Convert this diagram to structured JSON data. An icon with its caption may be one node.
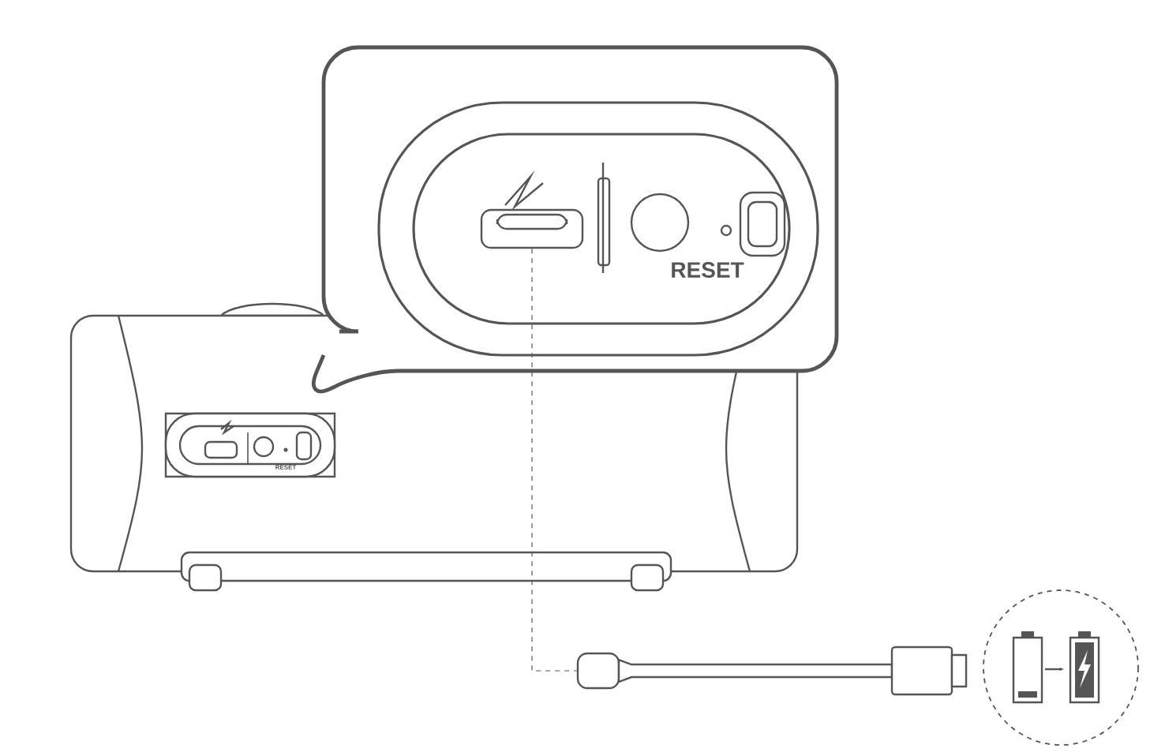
{
  "diagram": {
    "nodes": [
      {
        "text": [],
        "shape": "box"
      },
      {
        "text": [],
        "shape": "box"
      }
    ],
    "edges": [
      {
        "from": 0,
        "to": 1,
        "arrow": "none",
        "style": "dashed"
      }
    ],
    "labels": [
      "RESET",
      "RESET"
    ]
  }
}
